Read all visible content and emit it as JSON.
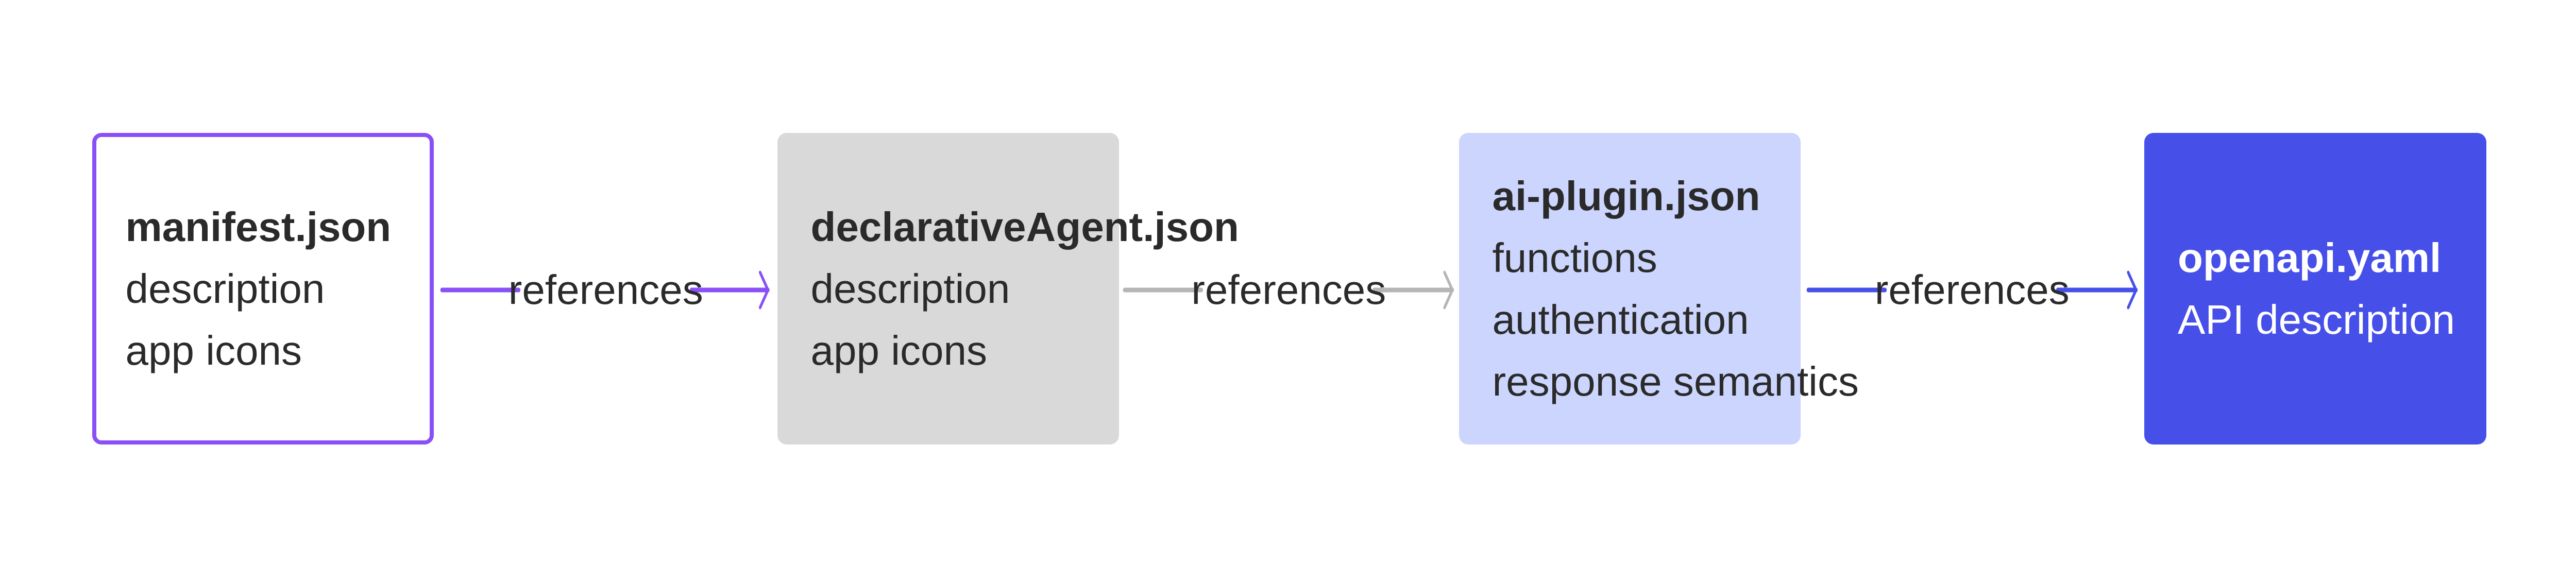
{
  "nodes": [
    {
      "title": "manifest.json",
      "lines": [
        "description",
        "app icons"
      ],
      "style": "outlined",
      "color": "#8a50f7"
    },
    {
      "title": "declarativeAgent.json",
      "lines": [
        "description",
        "app icons"
      ],
      "style": "filled",
      "color": "#d9d9d9"
    },
    {
      "title": "ai-plugin.json",
      "lines": [
        "functions",
        "authentication",
        "response semantics"
      ],
      "style": "filled",
      "color": "#ccd5fd"
    },
    {
      "title": "openapi.yaml",
      "lines": [
        "API description"
      ],
      "style": "filled",
      "color": "#4650e9"
    }
  ],
  "edges": [
    {
      "from": "manifest.json",
      "to": "declarativeAgent.json",
      "label": "references",
      "color": "#8a50f7"
    },
    {
      "from": "declarativeAgent.json",
      "to": "ai-plugin.json",
      "label": "references",
      "color": "#b5b5b5"
    },
    {
      "from": "ai-plugin.json",
      "to": "openapi.yaml",
      "label": "references",
      "color": "#4650e9"
    }
  ]
}
